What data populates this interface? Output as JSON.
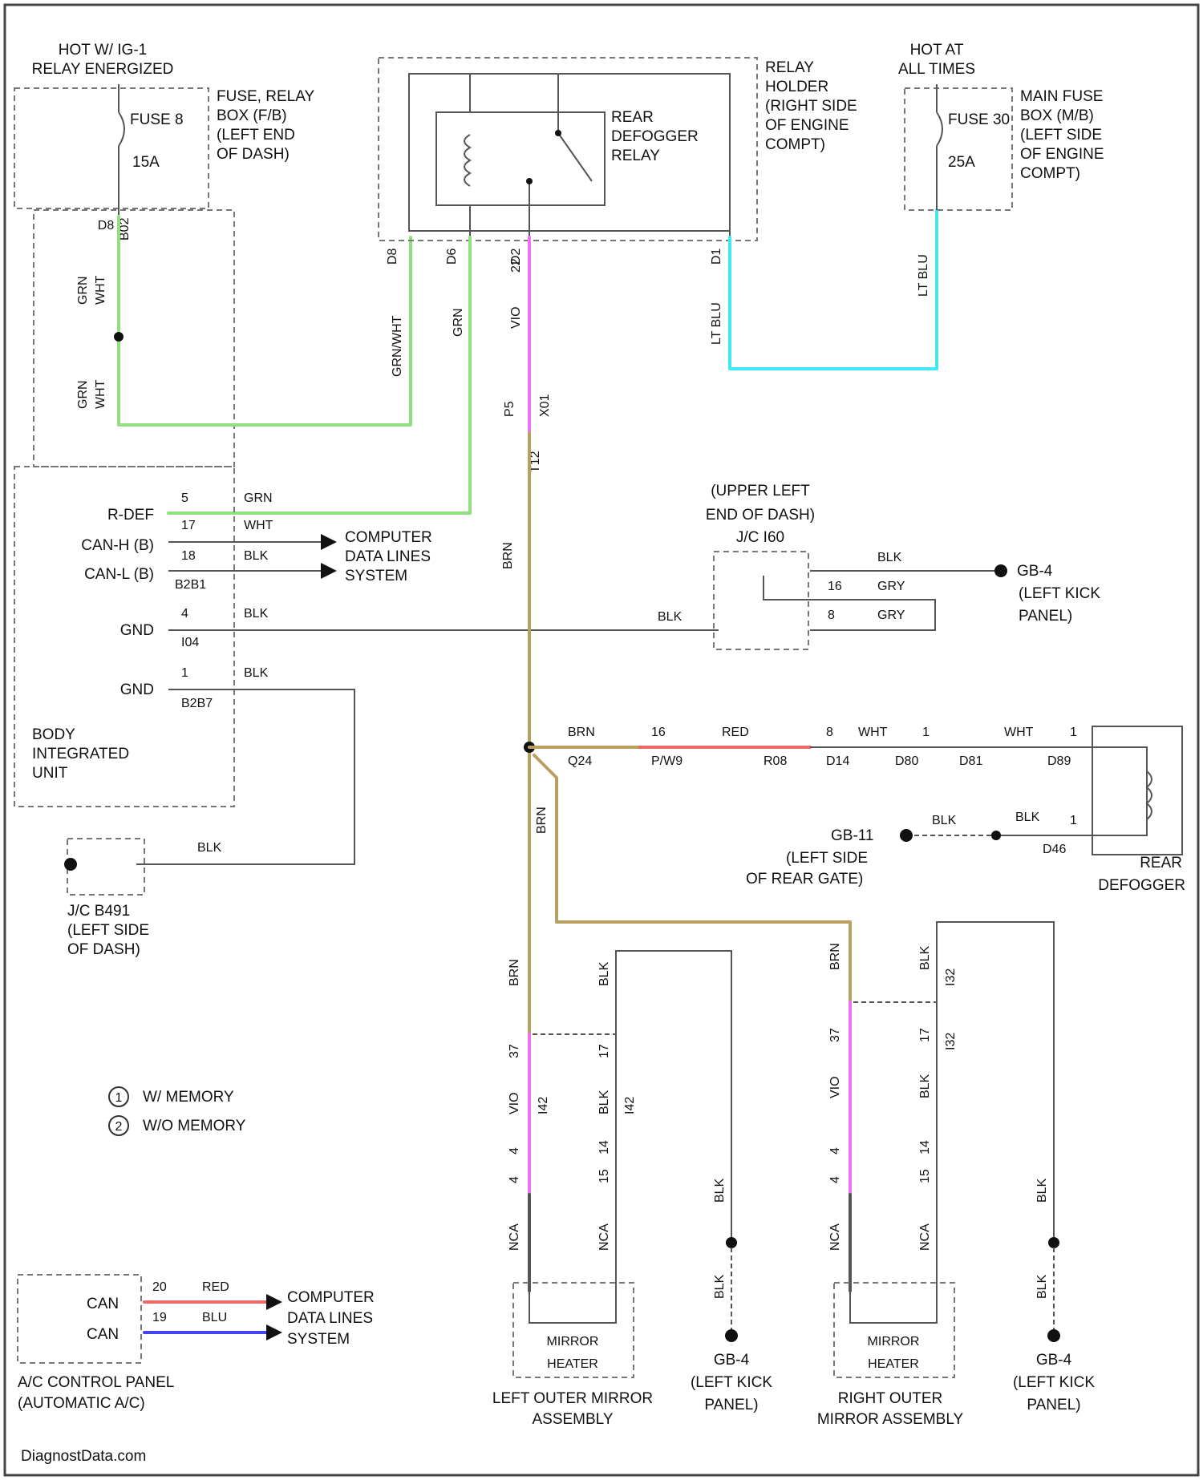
{
  "sources": {
    "hot_ig1": [
      "HOT W/ IG-1",
      "RELAY ENERGIZED"
    ],
    "hot_all": [
      "HOT AT",
      "ALL TIMES"
    ],
    "fuse8": [
      "FUSE 8",
      "15A"
    ],
    "fuse30": [
      "FUSE 30",
      "25A"
    ],
    "fuse_relay_box": [
      "FUSE, RELAY",
      "BOX (F/B)",
      "(LEFT END",
      "OF DASH)"
    ],
    "main_fuse_box": [
      "MAIN FUSE",
      "BOX (M/B)",
      "(LEFT SIDE",
      "OF ENGINE",
      "COMPT)"
    ],
    "relay_holder": [
      "RELAY",
      "HOLDER",
      "(RIGHT SIDE",
      "OF ENGINE",
      "COMPT)"
    ],
    "relay": [
      "REAR",
      "DEFOGGER",
      "RELAY"
    ]
  },
  "wire_labels": {
    "b02": "B02",
    "grn_wht_1": [
      "GRN",
      "WHT"
    ],
    "grn_wht_2": [
      "GRN",
      "WHT"
    ],
    "grn_wht_3": "GRN/WHT",
    "grn": "GRN",
    "vio": "VIO",
    "lt_blu_1": "LT BLU",
    "lt_blu_2": "LT BLU",
    "brn": "BRN",
    "pin_d8": "D8",
    "pin_d6": "D6",
    "pin_d2": "D2",
    "pin_d1": "D1",
    "pin_22": "22",
    "pin_p5": "P5",
    "x01": "X01",
    "t12": "T12"
  },
  "biu": {
    "title": [
      "BODY",
      "INTEGRATED",
      "UNIT"
    ],
    "pins": [
      {
        "name": "R-DEF",
        "num": "5",
        "wire": "GRN"
      },
      {
        "name": "",
        "num": "17",
        "wire": "WHT"
      },
      {
        "name": "CAN-H (B)",
        "num": "",
        "wire": ""
      },
      {
        "name": "CAN-L (B)",
        "num": "18",
        "wire": "BLK"
      },
      {
        "name": "GND",
        "num": "4",
        "wire": "BLK"
      },
      {
        "name": "GND",
        "num": "1",
        "wire": "BLK"
      }
    ],
    "connectors": [
      "B2B1",
      "I04",
      "B2B7"
    ],
    "data_lines": [
      "COMPUTER",
      "DATA LINES",
      "SYSTEM"
    ]
  },
  "jc_b491": {
    "wire": "BLK",
    "label": [
      "J/C B491",
      "(LEFT SIDE",
      "OF DASH)"
    ]
  },
  "jc_i60": {
    "title": [
      "(UPPER LEFT",
      "END OF DASH)",
      "J/C I60"
    ],
    "rows": [
      {
        "pin": "",
        "wire": "BLK"
      },
      {
        "pin": "16",
        "wire": "GRY"
      },
      {
        "pin": "8",
        "wire": "GRY"
      }
    ],
    "in_wire": "BLK",
    "ground": [
      "GB-4",
      "(LEFT KICK",
      "PANEL)"
    ]
  },
  "defogger": {
    "row1": {
      "brn": "BRN",
      "pin": "16",
      "red": "RED",
      "c1": "P/W9",
      "c2": "R08",
      "pin2": "8",
      "wht": "WHT",
      "c3": "D14",
      "c4": "D80",
      "pin3": "1",
      "c5": "D81",
      "wht2": "WHT",
      "pin4": "1",
      "c6": "D89",
      "c0": "Q24"
    },
    "row2": {
      "gnd": [
        "GB-11",
        "(LEFT SIDE",
        "OF REAR GATE)"
      ],
      "blk1": "BLK",
      "blk2": "BLK",
      "pin": "1",
      "conn": "D46"
    },
    "label": [
      "REAR",
      "DEFOGGER"
    ]
  },
  "mirrors": {
    "left": {
      "label": [
        "LEFT OUTER MIRROR",
        "ASSEMBLY"
      ],
      "heater": [
        "MIRROR",
        "HEATER"
      ],
      "vio": "VIO",
      "blk": "BLK",
      "pin_a": "37",
      "pin_b": "17",
      "conn_a": "I42",
      "conn_b": "I42",
      "pin_c": "4",
      "pin_d": "15",
      "pin_e": "14",
      "nca": "NCA",
      "nca2": "NCA",
      "gnd_blk": "BLK",
      "gnd_blk2": "BLK",
      "gnd": [
        "GB-4",
        "(LEFT KICK",
        "PANEL)"
      ],
      "brn": "BRN"
    },
    "right": {
      "label": [
        "RIGHT OUTER",
        "MIRROR ASSEMBLY"
      ],
      "heater": [
        "MIRROR",
        "HEATER"
      ],
      "vio": "VIO",
      "blk": "BLK",
      "pin_a": "37",
      "pin_b": "17",
      "conn_a": "I32",
      "conn_b": "I32",
      "pin_c": "4",
      "pin_d": "15",
      "pin_e": "14",
      "nca": "NCA",
      "nca2": "NCA",
      "gnd_blk": "BLK",
      "gnd_blk2": "BLK",
      "gnd": [
        "GB-4",
        "(LEFT KICK",
        "PANEL)"
      ],
      "brn": "BRN"
    }
  },
  "legend": [
    {
      "sym": "1",
      "text": "W/ MEMORY"
    },
    {
      "sym": "2",
      "text": "W/O MEMORY"
    }
  ],
  "ac_panel": {
    "pins": [
      {
        "name": "CAN",
        "num": "20",
        "wire": "RED"
      },
      {
        "name": "CAN",
        "num": "19",
        "wire": "BLU"
      }
    ],
    "data_lines": [
      "COMPUTER",
      "DATA LINES",
      "SYSTEM"
    ],
    "label": [
      "A/C CONTROL PANEL",
      "(AUTOMATIC A/C)"
    ]
  },
  "footer": "DiagnostData.com",
  "colors": {
    "green": "#90e080",
    "magenta": "#f070f0",
    "cyan": "#40e8f0",
    "brown": "#b8a060",
    "red": "#ee6666",
    "blue": "#4444ee",
    "gray": "#555555"
  }
}
